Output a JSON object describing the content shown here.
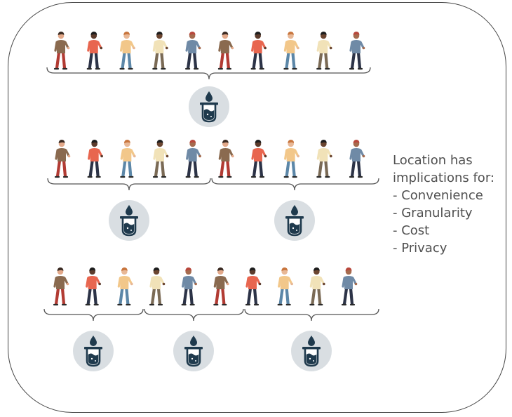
{
  "note": {
    "heading_line1": "Location has",
    "heading_line2": "implications for:",
    "items": [
      "- Convenience",
      "- Granularity",
      "- Cost",
      "- Privacy"
    ]
  },
  "rows": [
    {
      "name": "row-1",
      "people": 10,
      "groups": [
        10
      ]
    },
    {
      "name": "row-2",
      "people": 10,
      "groups": [
        5,
        5
      ]
    },
    {
      "name": "row-3",
      "people": 10,
      "groups": [
        3,
        3,
        4
      ]
    }
  ],
  "icon_names": {
    "person": "person-icon",
    "test_tube": "test-tube-icon"
  },
  "colors": {
    "frame": "#444444",
    "bracket": "#555555",
    "tube_circle": "#d9dee2",
    "tube": "#1f3a4d",
    "text": "#505050"
  }
}
